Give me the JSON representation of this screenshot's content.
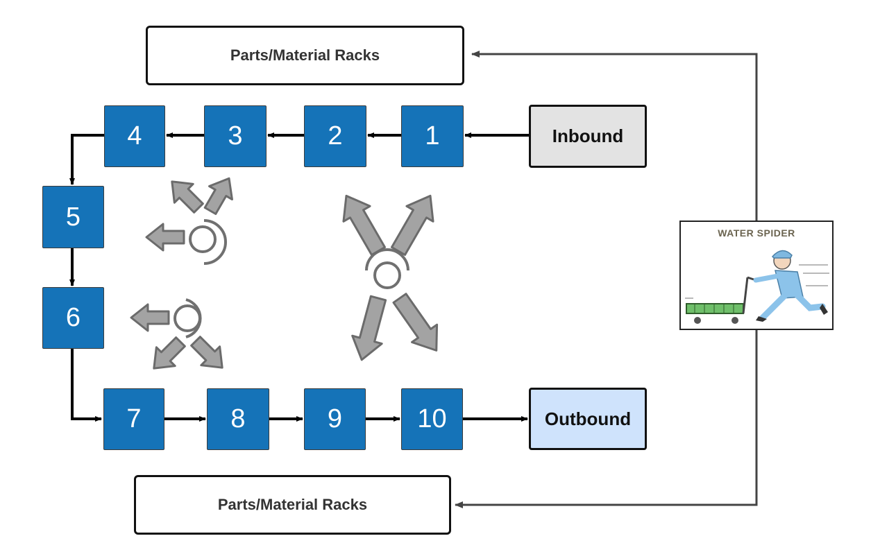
{
  "racks": {
    "top_label": "Parts/Material Racks",
    "bottom_label": "Parts/Material Racks"
  },
  "inbound": {
    "label": "Inbound",
    "color": "#e3e3e3"
  },
  "outbound": {
    "label": "Outbound",
    "color": "#cfe3fc"
  },
  "station_color": "#1573b8",
  "stations": [
    "1",
    "2",
    "3",
    "4",
    "5",
    "6",
    "7",
    "8",
    "9",
    "10"
  ],
  "water_spider": {
    "label": "WATER SPIDER",
    "image": "water-spider-cart-illustration"
  }
}
